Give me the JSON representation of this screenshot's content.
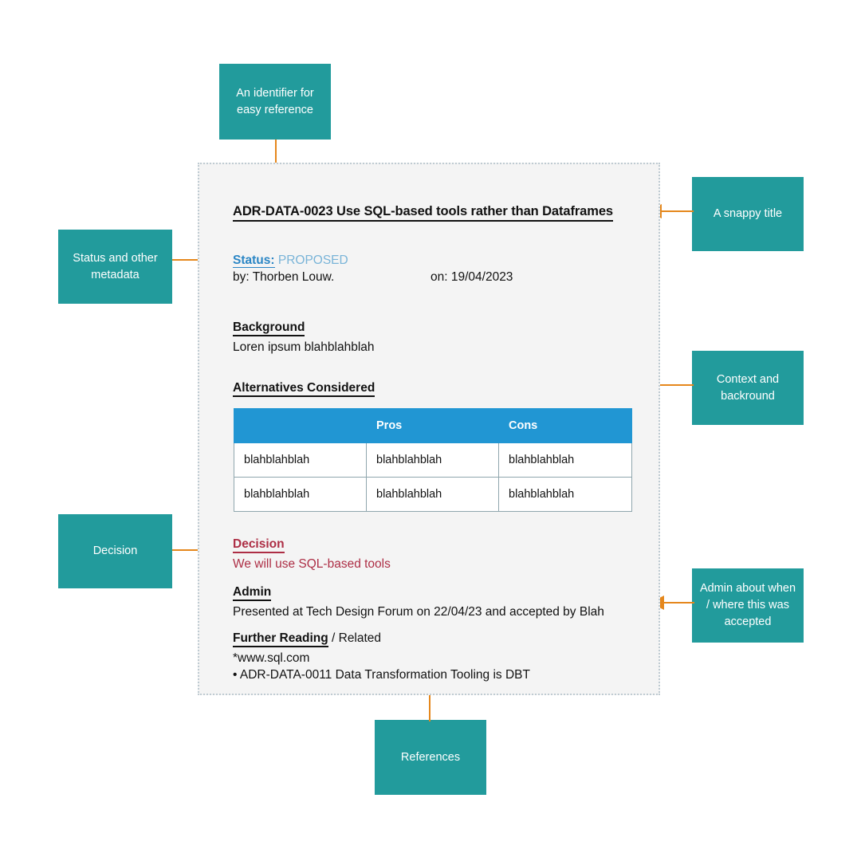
{
  "colors": {
    "note_box": "#229b9c",
    "arrow": "#e5871c",
    "table_header": "#2196d3",
    "status_link": "#2b86c5",
    "status_value": "#79b4d8",
    "decision_red": "#ad2e45",
    "panel_background": "#f4f4f4",
    "panel_border": "#bfcbd2",
    "page_background": "#ffffff"
  },
  "document": {
    "title": "ADR-DATA-0023 Use SQL-based tools rather than Dataframes",
    "status_label": "Status:",
    "status_value": "PROPOSED",
    "author": "by: Thorben Louw.",
    "date": "on: 19/04/2023",
    "background": {
      "heading": "Background",
      "body": "Loren ipsum blahblahblah"
    },
    "alternatives": {
      "heading": "Alternatives Considered",
      "columns": [
        "",
        "Pros",
        "Cons"
      ],
      "rows": [
        [
          "blahblahblah",
          "blahblahblah",
          "blahblahblah"
        ],
        [
          "blahblahblah",
          "blahblahblah",
          "blahblahblah"
        ]
      ]
    },
    "decision": {
      "heading": "Decision",
      "body": "We will use SQL-based tools"
    },
    "admin": {
      "heading": "Admin",
      "body": "Presented at Tech Design Forum on 22/04/23 and accepted by Blah"
    },
    "further_reading": {
      "heading": "Further Reading",
      "heading_suffix": " / Related",
      "items": [
        "*www.sql.com",
        "•  ADR-DATA-0011 Data Transformation Tooling is DBT"
      ]
    }
  },
  "annotations": {
    "identifier": "An identifier for easy reference",
    "status": "Status and other metadata",
    "title": "A snappy title",
    "context": "Context and backround",
    "decision": "Decision",
    "admin": "Admin about when / where this was accepted",
    "references": "References"
  }
}
